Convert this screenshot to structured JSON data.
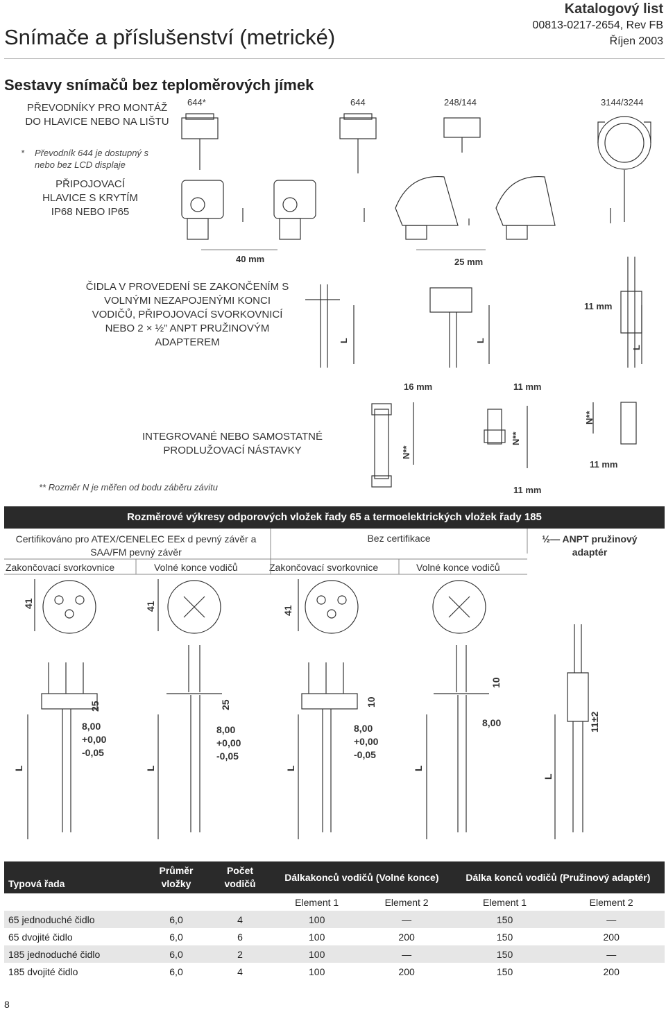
{
  "header": {
    "title": "Snímače a příslušenství (metrické)",
    "catalog_label": "Katalogový list",
    "catalog_number": "00813-0217-2654, Rev FB",
    "date": "Říjen 2003"
  },
  "section_title": "Sestavy snímačů bez teploměrových jímek",
  "assembly": {
    "transmitters_label": "PŘEVODNÍKY PRO MONTÁŽ DO HLAVICE NEBO NA LIŠTU",
    "transmitter_note_star": "*",
    "transmitter_note": "Převodník 644 je dostupný s nebo bez LCD displaje",
    "heads_label": "PŘIPOJOVACÍ HLAVICE S KRYTÍM IP68 NEBO IP65",
    "model_644_star": "644*",
    "model_644": "644",
    "model_248": "248/144",
    "model_3144": "3144/3244",
    "dim_40": "40 mm",
    "dim_25": "25 mm",
    "sensors_label": "ČIDLA V PROVEDENÍ SE ZAKONČENÍM S VOLNÝMI NEZAPOJENÝMI KONCI VODIČŮ, PŘIPOJOVACÍ SVORKOVNICÍ NEBO 2 × ½” ANPT PRUŽINOVÝM ADAPTEREM",
    "dim_11_a": "11 mm",
    "dim_L": "L",
    "dim_16": "16 mm",
    "dim_11_b": "11 mm",
    "extensions_label": "INTEGROVANÉ NEBO SAMOSTATNÉ PRODLUŽOVACÍ NÁSTAVKY",
    "dim_N": "N**",
    "dim_11_c": "11 mm",
    "dim_11_d": "11 mm",
    "n_note": "** Rozměr N je měřen od bodu záběru závitu"
  },
  "drawings": {
    "band_title": "Rozměrové výkresy odporových vložek řady 65 a termoelektrických vložek řady 185",
    "cert_label": "Certifikováno pro ATEX/CENELEC EEx d pevný závěr a SAA/FM pevný závěr",
    "no_cert_label": "Bez certifikace",
    "anpt_label": "½— ANPT pružinový adaptér",
    "col_terminal_1": "Zakončovací svorkovnice",
    "col_flying_1": "Volné konce vodičů",
    "col_terminal_2": "Zakončovací svorkovnice",
    "col_flying_2": "Volné konce vodičů",
    "dim_41": "41",
    "dim_25": "25",
    "dim_10": "10",
    "dim_tol": [
      "8,00",
      "+0,00",
      "-0,05"
    ],
    "dim_8": "8,00",
    "dim_11pm2": "11±2",
    "dim_L": "L"
  },
  "table": {
    "headers": {
      "series": "Typová řada",
      "diameter": "Průměr vložky",
      "wires": "Počet vodičů",
      "free_ends": "Dálkakonců vodičů (Volné konce)",
      "spring": "Dálka konců vodičů (Pružinový adaptér)"
    },
    "subheaders": [
      "Element 1",
      "Element 2",
      "Element 1",
      "Element 2"
    ],
    "rows": [
      {
        "series": "65 jednoduché čidlo",
        "diameter": "6,0",
        "wires": "4",
        "fe1": "100",
        "fe2": "—",
        "sp1": "150",
        "sp2": "—"
      },
      {
        "series": "65 dvojité čidlo",
        "diameter": "6,0",
        "wires": "6",
        "fe1": "100",
        "fe2": "200",
        "sp1": "150",
        "sp2": "200"
      },
      {
        "series": "185 jednoduché čidlo",
        "diameter": "6,0",
        "wires": "2",
        "fe1": "100",
        "fe2": "—",
        "sp1": "150",
        "sp2": "—"
      },
      {
        "series": "185 dvojité čidlo",
        "diameter": "6,0",
        "wires": "4",
        "fe1": "100",
        "fe2": "200",
        "sp1": "150",
        "sp2": "200"
      }
    ]
  },
  "page_number": "8"
}
